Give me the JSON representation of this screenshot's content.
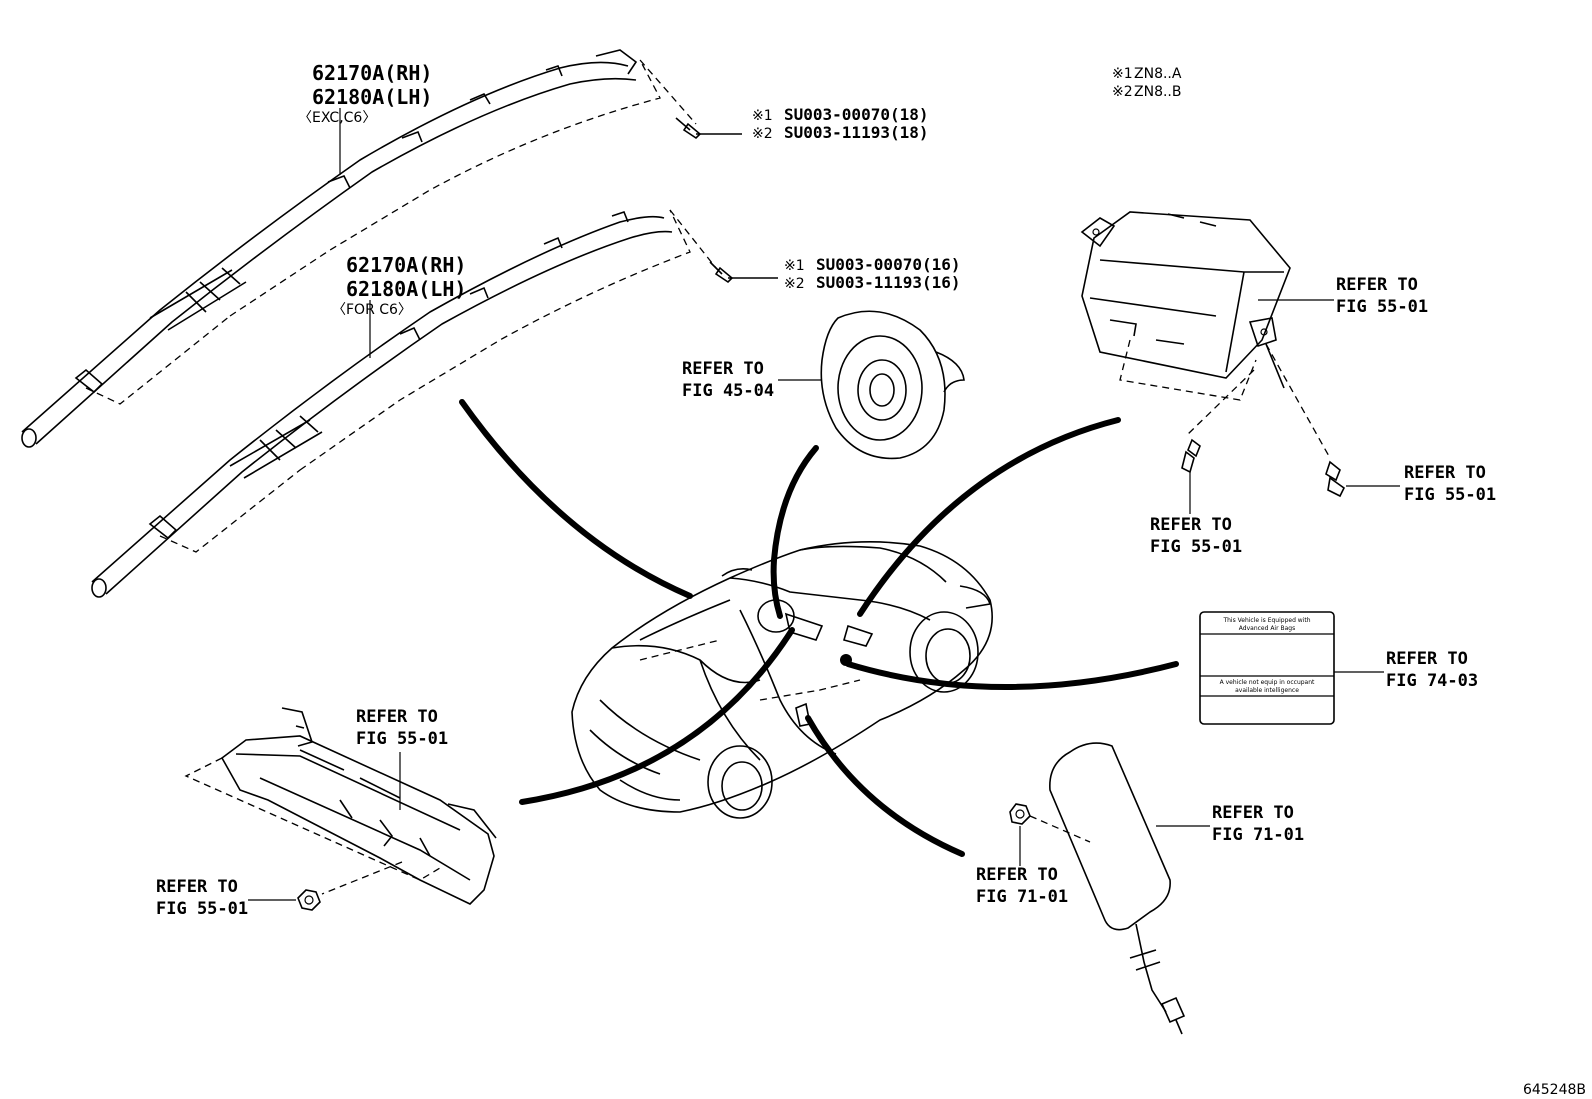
{
  "diagram_id": "645248B",
  "variant_notes": [
    {
      "mark": "※1",
      "text": "ZN8..A"
    },
    {
      "mark": "※2",
      "text": "ZN8..B"
    }
  ],
  "curtain_airbag_upper": {
    "part_rh": "62170A(RH)",
    "part_lh": "62180A(LH)",
    "condition": "〈EXC,C6〉",
    "bolt": [
      {
        "mark": "※1",
        "number": "SU003-00070(18)"
      },
      {
        "mark": "※2",
        "number": "SU003-11193(18)"
      }
    ]
  },
  "curtain_airbag_lower": {
    "part_rh": "62170A(RH)",
    "part_lh": "62180A(LH)",
    "condition": "〈FOR C6〉",
    "bolt": [
      {
        "mark": "※1",
        "number": "SU003-00070(16)"
      },
      {
        "mark": "※2",
        "number": "SU003-11193(16)"
      }
    ]
  },
  "refs": {
    "steering_pad": {
      "line1": "REFER TO",
      "line2": "FIG 45-04"
    },
    "passenger_airbag": {
      "line1": "REFER TO",
      "line2": "FIG 55-01"
    },
    "passenger_screw": {
      "line1": "REFER TO",
      "line2": "FIG 55-01"
    },
    "passenger_bolt": {
      "line1": "REFER TO",
      "line2": "FIG 55-01"
    },
    "label": {
      "line1": "REFER TO",
      "line2": "FIG 74-03"
    },
    "knee_airbag": {
      "line1": "REFER TO",
      "line2": "FIG 55-01"
    },
    "knee_nut": {
      "line1": "REFER TO",
      "line2": "FIG 55-01"
    },
    "seat_airbag": {
      "line1": "REFER TO",
      "line2": "FIG 71-01"
    },
    "seat_nut": {
      "line1": "REFER TO",
      "line2": "FIG 71-01"
    }
  },
  "warning_label": {
    "line1": "This Vehicle is Equipped with",
    "line2": "Advanced Air Bags",
    "line3": "A vehicle not equip in occupant",
    "line4": "available intelligence"
  }
}
